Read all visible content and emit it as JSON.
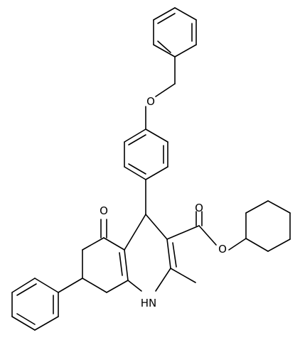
{
  "atom_labels": {
    "ether_oxygen": "O",
    "ketone_oxygen": "O",
    "ester_carbonyl_oxygen": "O",
    "ester_oxygen": "O",
    "ring_nitrogen": "H\nN"
  }
}
